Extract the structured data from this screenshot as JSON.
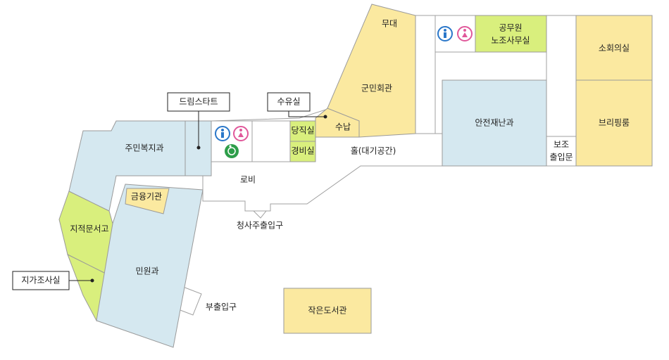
{
  "colors": {
    "blue_room": "#d5e8f0",
    "green_room": "#d9ef7d",
    "yellow_room": "#fbe9a0",
    "male_icon": "#2a77c9",
    "female_icon": "#e0589a",
    "accessible_icon": "#2e9e4a"
  },
  "rooms": {
    "stage": "무대",
    "military_hall": "군민회관",
    "officials_union_1": "공무원",
    "officials_union_2": "노조사무실",
    "small_meeting": "소회의실",
    "briefing": "브리핑룸",
    "safety_dept": "안전재난과",
    "aux_entrance_1": "보조",
    "aux_entrance_2": "출입문",
    "resident_welfare": "주민복지과",
    "duty_room": "당직실",
    "security_room": "경비실",
    "cashier": "수납",
    "hall": "홀(대기공간)",
    "lobby": "로비",
    "finance": "금융기관",
    "cadastral_archive": "지적문서고",
    "civil_affairs": "민원과",
    "main_entrance": "청사주출입구",
    "sub_entrance": "부출입구",
    "small_library": "작은도서관"
  },
  "callouts": {
    "dream_start": "드림스타트",
    "nursing_room": "수유실",
    "land_survey": "지가조사실"
  },
  "icons": [
    "male-restroom-icon",
    "female-restroom-icon",
    "accessible-restroom-icon"
  ]
}
